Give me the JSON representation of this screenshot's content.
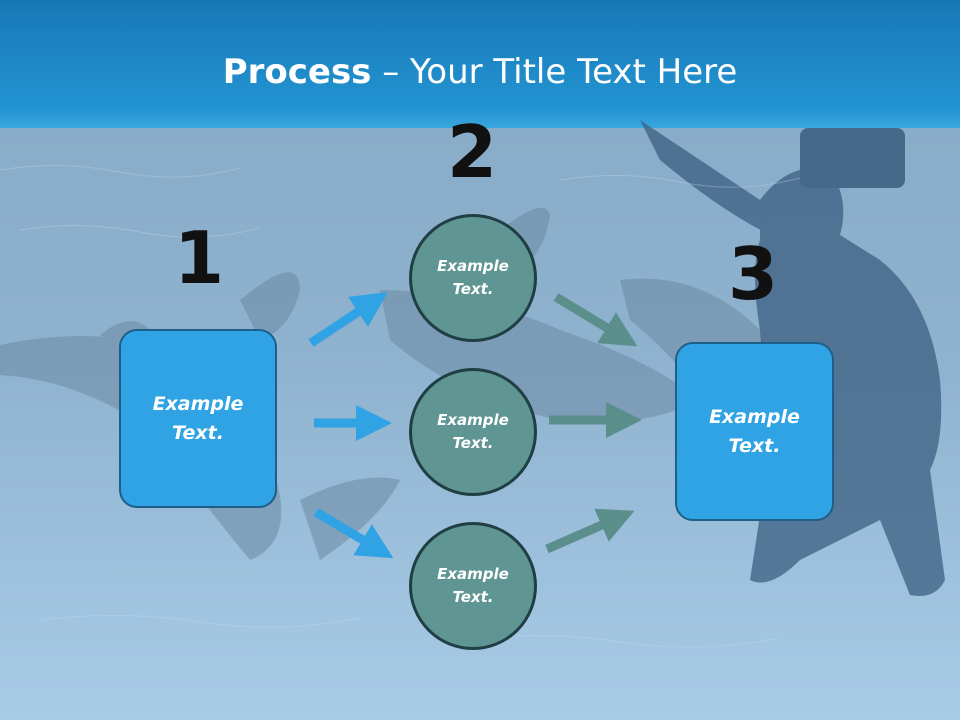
{
  "title": {
    "bold": "Process",
    "rest": " – Your Title Text Here"
  },
  "steps": [
    {
      "number": "1",
      "label_line1": "Example",
      "label_line2": "Text."
    },
    {
      "number": "2"
    },
    {
      "number": "3",
      "label_line1": "Example",
      "label_line2": "Text."
    }
  ],
  "circles": [
    {
      "line1": "Example",
      "line2": "Text."
    },
    {
      "line1": "Example",
      "line2": "Text."
    },
    {
      "line1": "Example",
      "line2": "Text."
    }
  ],
  "colors": {
    "header": "#1d86c6",
    "box": "#2fa3e3",
    "circle": "#5f9592",
    "arrow_blue": "#2fa3e3",
    "arrow_teal": "#5a8f8c"
  }
}
